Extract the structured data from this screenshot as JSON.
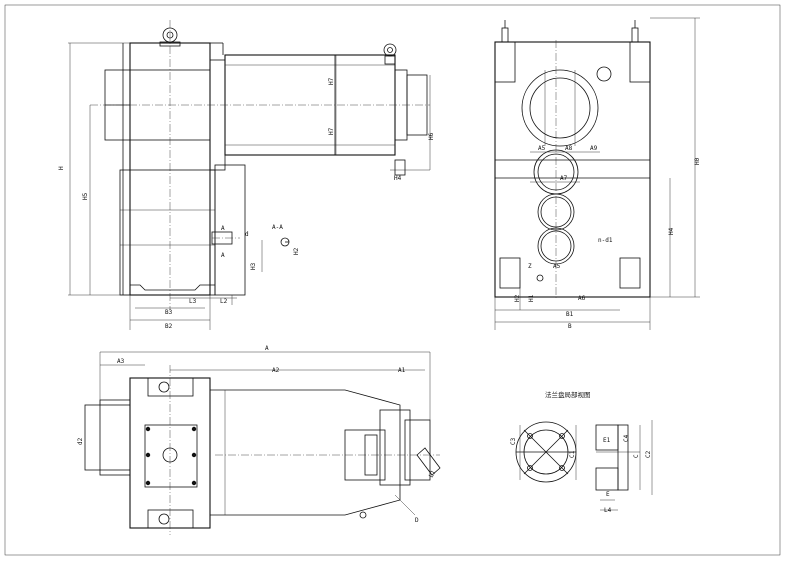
{
  "drawing": {
    "side_view": {
      "labels": [
        "H",
        "H5",
        "H7",
        "H7",
        "H6",
        "H4",
        "H3",
        "H2",
        "L3",
        "L2",
        "B3",
        "B2",
        "A-A",
        "d",
        "A",
        "A"
      ]
    },
    "front_view": {
      "labels": [
        "H0",
        "A5",
        "A8",
        "A9",
        "A7",
        "H4",
        "n-d1",
        "Z",
        "A5",
        "H2",
        "H1",
        "A6",
        "B1",
        "B"
      ]
    },
    "top_view": {
      "labels": [
        "A",
        "A3",
        "A2",
        "A1",
        "d2",
        "D",
        "L1"
      ]
    },
    "flange_detail": {
      "title": "法兰盘局部视图",
      "labels": [
        "C3",
        "C1",
        "E1",
        "C4",
        "C",
        "C2",
        "E",
        "L4"
      ]
    }
  }
}
